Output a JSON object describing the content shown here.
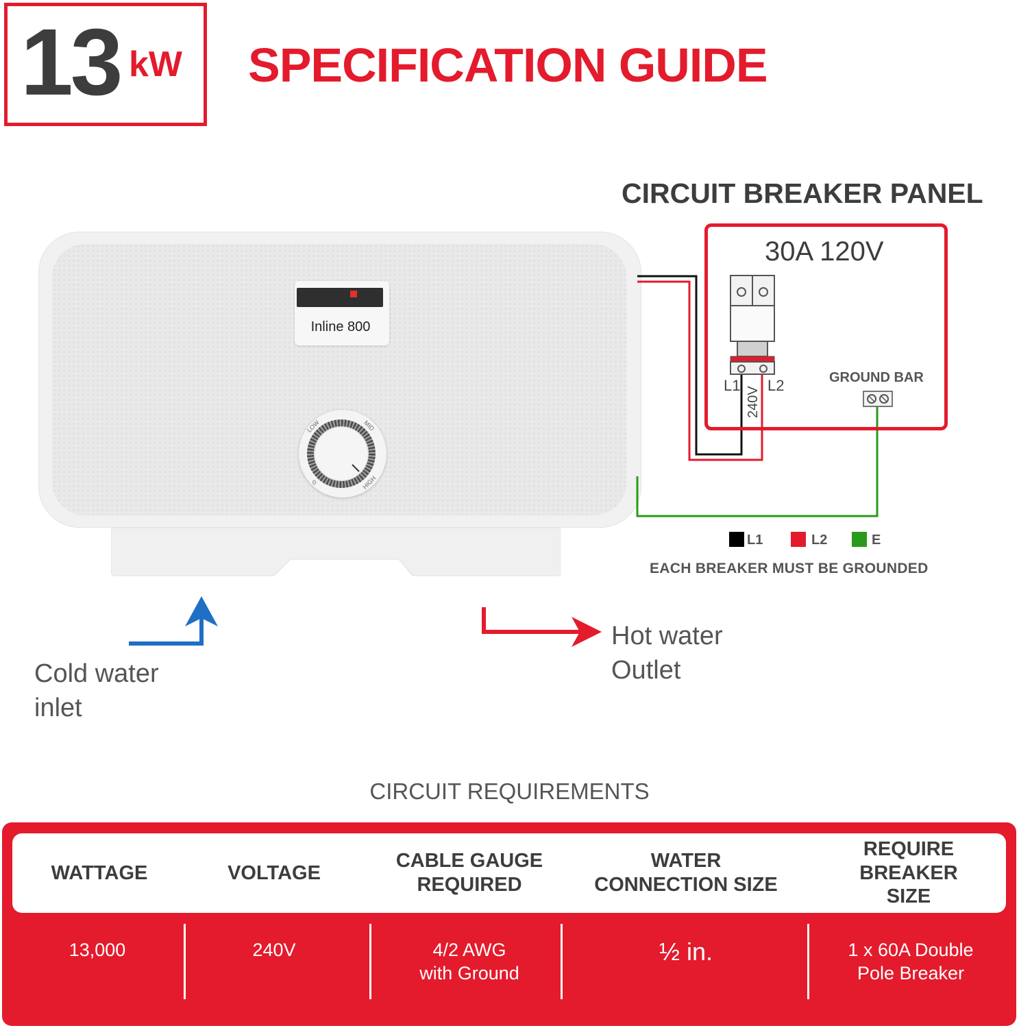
{
  "header": {
    "power_value": "13",
    "power_unit": "kW",
    "title": "SPECIFICATION GUIDE"
  },
  "heater": {
    "model": "Inline 800",
    "knob_labels": [
      "LOW",
      "MID",
      "HIGH",
      "0"
    ]
  },
  "panel": {
    "title": "CIRCUIT BREAKER PANEL",
    "rating": "30A 120V",
    "ground_bar": "GROUND BAR",
    "line1": "L1",
    "line2": "L2",
    "voltage": "240V"
  },
  "legend": {
    "items": [
      {
        "label": "L1",
        "color": "#000000"
      },
      {
        "label": "L2",
        "color": "#e31b2c"
      },
      {
        "label": "E",
        "color": "#2a9a1a"
      }
    ],
    "note": "EACH BREAKER MUST BE GROUNDED"
  },
  "water": {
    "cold": "Cold water\ninlet",
    "hot": "Hot water\nOutlet",
    "cold_color": "#1f6fc4",
    "hot_color": "#e31b2c"
  },
  "requirements": {
    "title": "CIRCUIT REQUIREMENTS",
    "columns": [
      {
        "header": "WATTAGE",
        "value": "13,000"
      },
      {
        "header": "VOLTAGE",
        "value": "240V"
      },
      {
        "header": "CABLE GAUGE\nREQUIRED",
        "value": "4/2 AWG\nwith Ground"
      },
      {
        "header": "WATER\nCONNECTION SIZE",
        "value": "½ in."
      },
      {
        "header": "REQUIRE\nBREAKER\nSIZE",
        "value": "1 x 60A Double\nPole Breaker"
      }
    ]
  },
  "colors": {
    "accent": "#e31b2c",
    "text_dark": "#3d3d3d"
  }
}
